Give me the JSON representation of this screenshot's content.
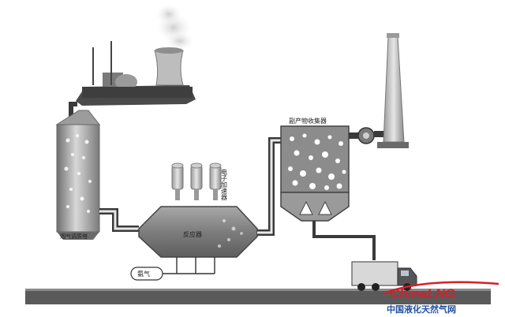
{
  "labels": {
    "cooling_tower": "烟气调质塔",
    "reactor": "反应器",
    "accelerator": "电子加速器",
    "collector": "副产物收集器",
    "ammonia": "氨气"
  },
  "watermark": {
    "brand": "ChinaLNG",
    "subtitle": "中国液化天然气网"
  },
  "colors": {
    "steel": "#8c8c8c",
    "dark": "#3a3a3a",
    "ground": "#555555",
    "watermark_red": "#d4202a",
    "watermark_blue": "#1f4fa0"
  }
}
